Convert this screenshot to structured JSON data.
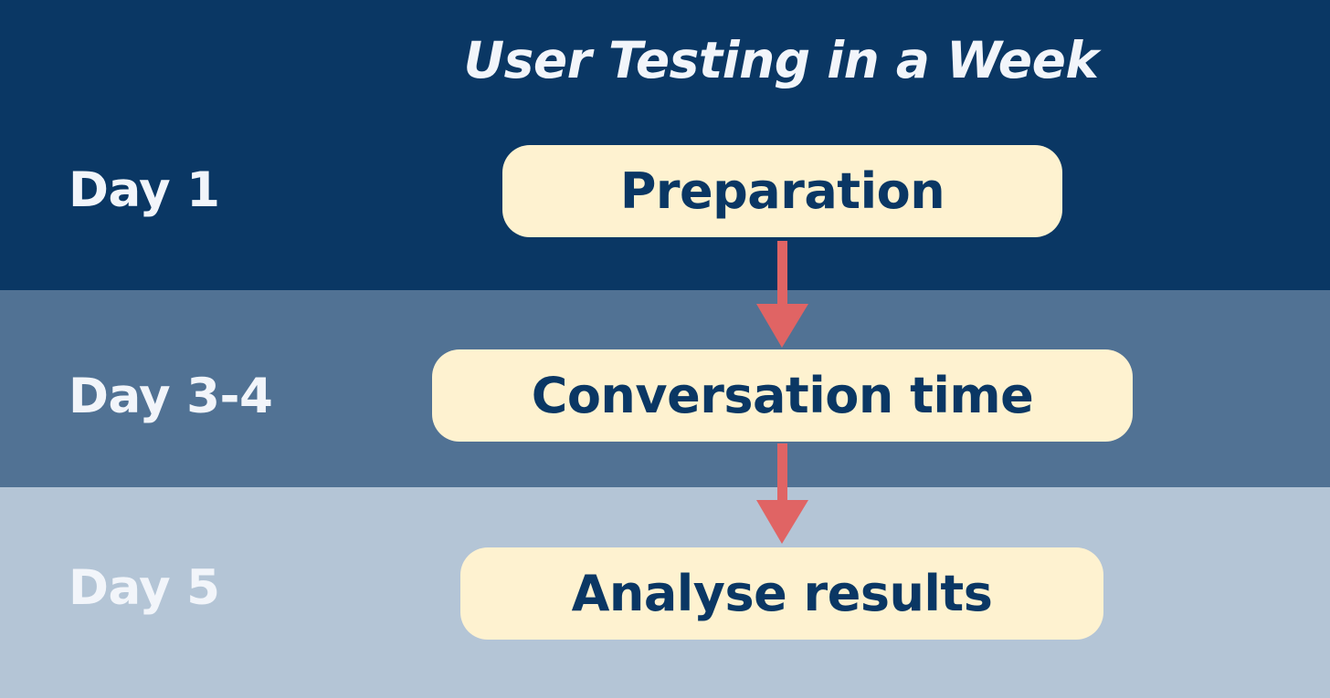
{
  "title": "User Testing in a Week",
  "rows": [
    {
      "day": "Day 1",
      "step": "Preparation"
    },
    {
      "day": "Day 3-4",
      "step": "Conversation time"
    },
    {
      "day": "Day 5",
      "step": "Analyse results"
    }
  ],
  "colors": {
    "band_1": "#0a3764",
    "band_2": "#517294",
    "band_3": "#b4c5d6",
    "box_fill": "#fef2d0",
    "box_text": "#0a3764",
    "label_text": "#f2f5fa",
    "arrow": "#e06464"
  }
}
